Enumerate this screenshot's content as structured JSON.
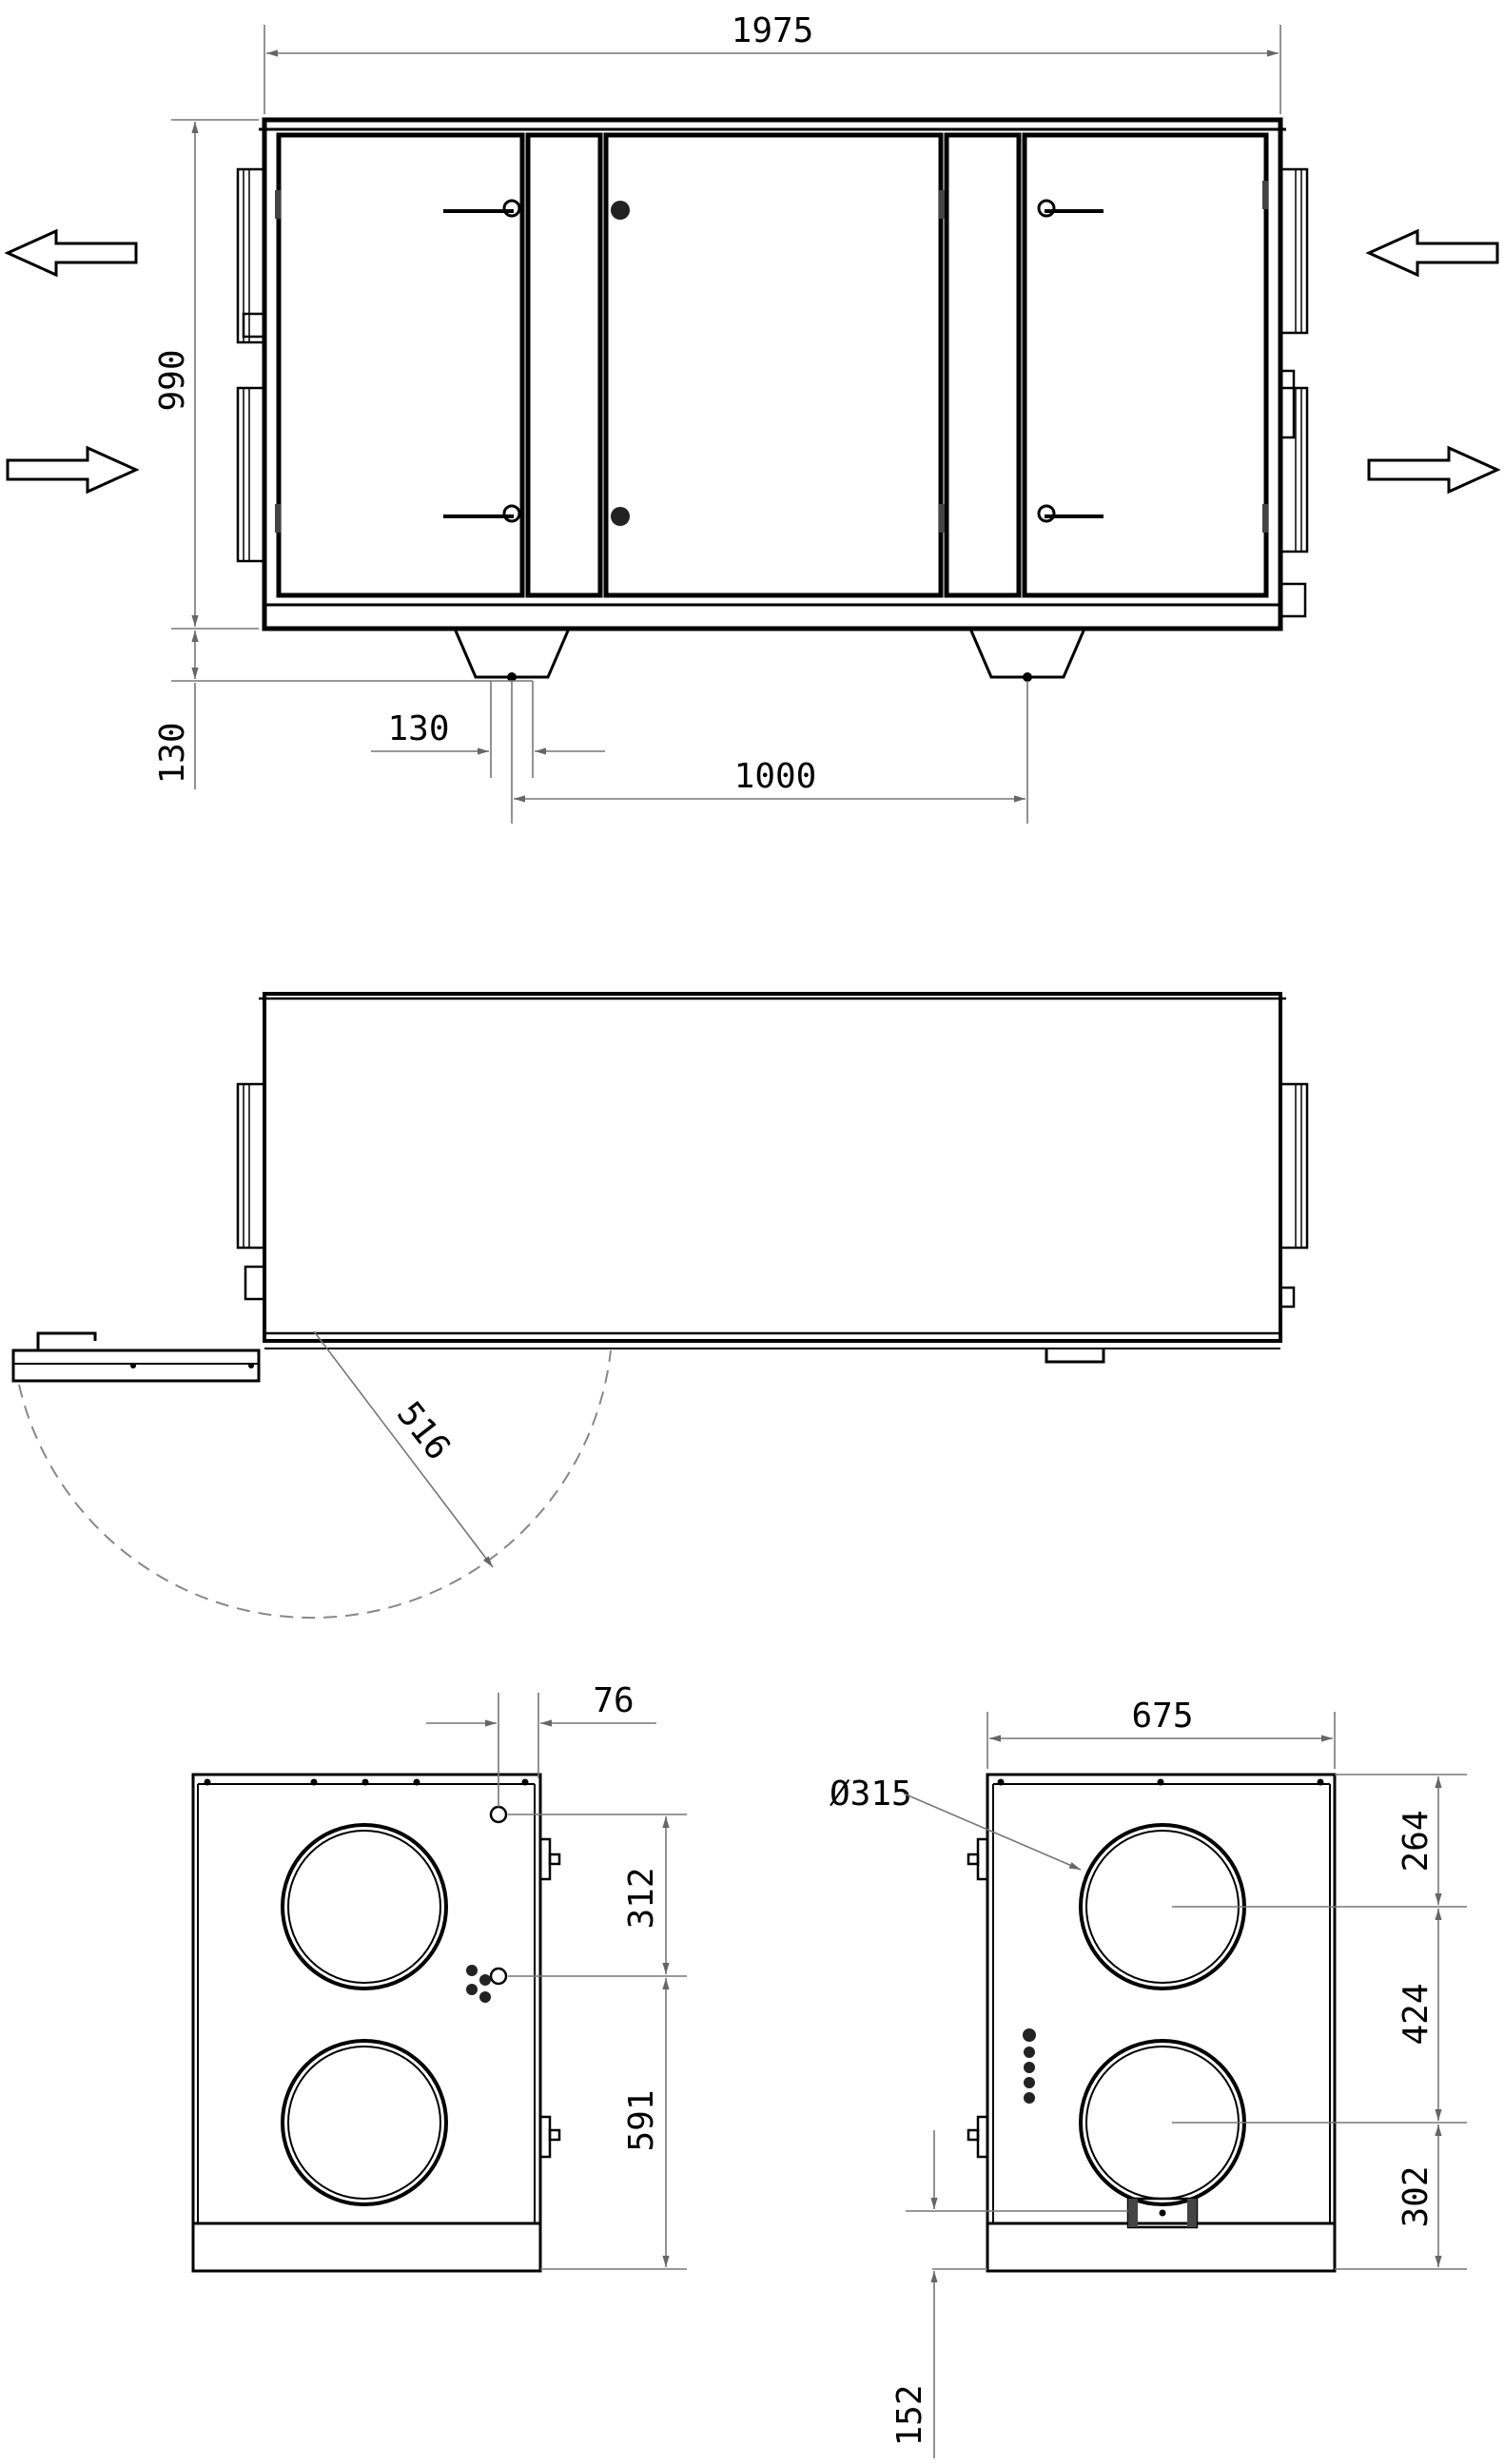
{
  "top_view": {
    "overall_width": "1975",
    "overall_height": "990",
    "leg_height": "130",
    "leg_width": "130",
    "leg_spacing": "1000"
  },
  "plan_view": {
    "door_swing_radius": "516"
  },
  "rear_view": {
    "connection_offset": "76",
    "upper_spacing": "312",
    "lower_spacing": "591"
  },
  "front_view": {
    "depth": "675",
    "duct_diameter": "Ø315",
    "top_to_center": "264",
    "center_to_center": "424",
    "center_to_bottom": "302",
    "base_height": "152"
  },
  "arrows": [
    "left-out-arrow",
    "left-in-arrow",
    "right-in-arrow",
    "right-out-arrow"
  ]
}
